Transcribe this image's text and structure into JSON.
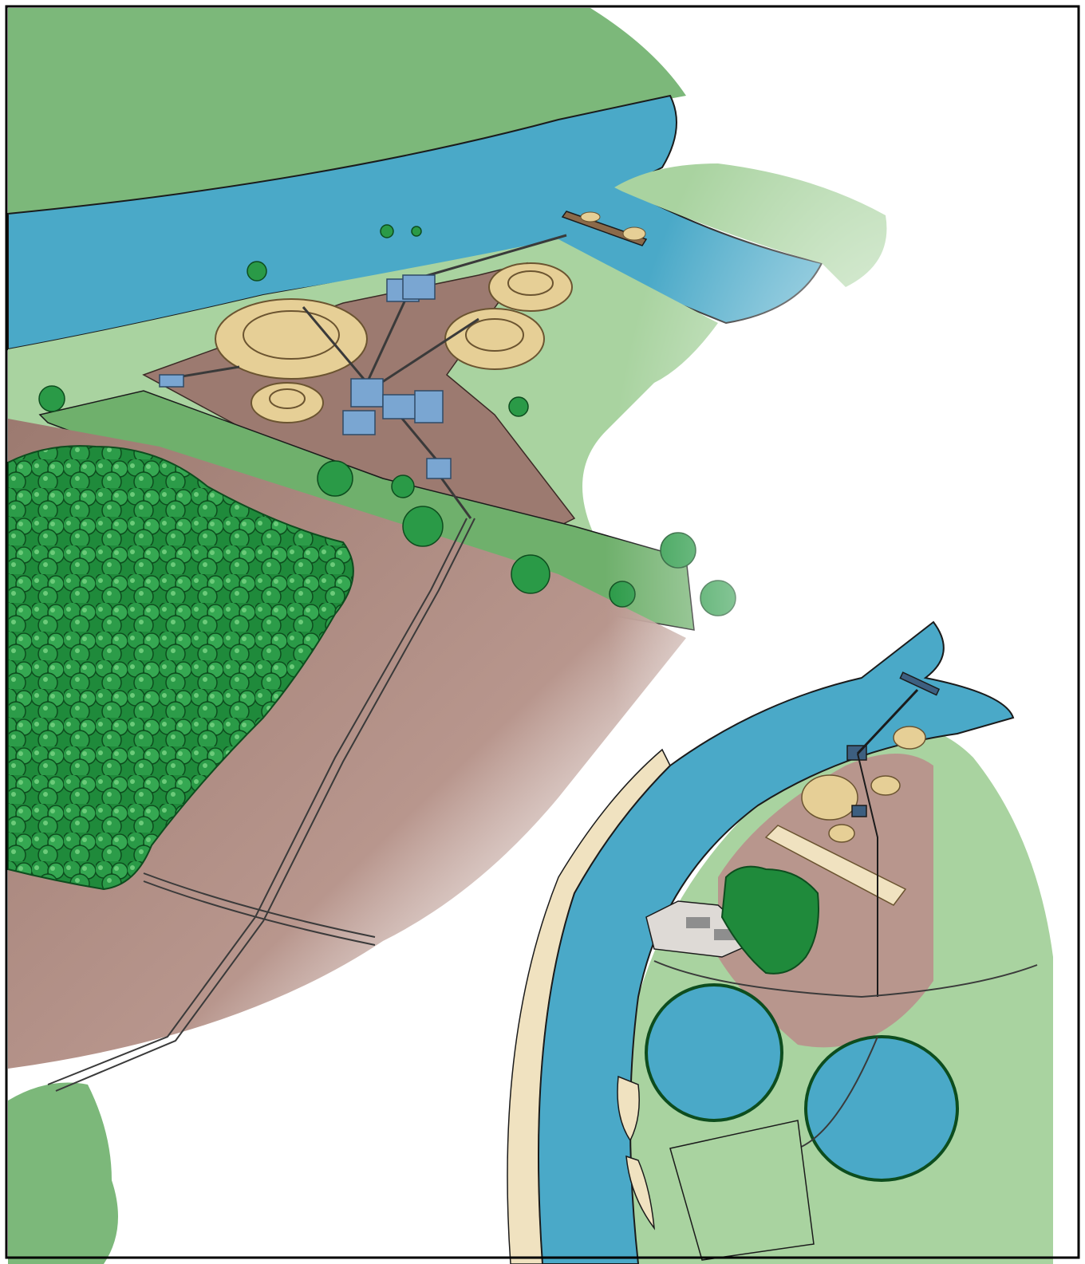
{
  "scene": {
    "kind": "illustration",
    "colors": {
      "grass": "#7cb87a",
      "grass_light": "#a9d3a0",
      "grass_dark": "#4f9a55",
      "water": "#4aa9c8",
      "water_light": "#7cc4da",
      "soil": "#a9857c",
      "soil_dark": "#8c6a60",
      "sand": "#e6cf96",
      "sand_beach": "#f0e2c0",
      "trees": "#1e8a3a",
      "trees_light": "#3fae55",
      "machinery": "#6f9cc8",
      "frame": "#000000"
    },
    "elements": [
      "river-upper",
      "river-lower",
      "gravel-pit-plant",
      "sand-stockpiles",
      "conveyor-belts",
      "barge",
      "forest",
      "dredging-ponds",
      "farm-buildings",
      "access-roads"
    ]
  }
}
